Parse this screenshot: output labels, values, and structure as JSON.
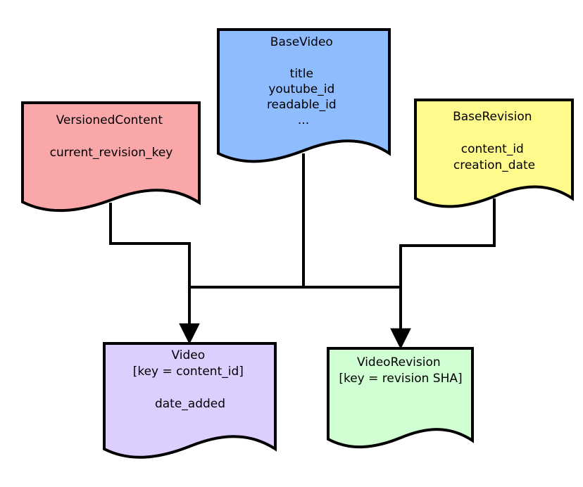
{
  "nodes": {
    "versioned_content": {
      "lines": [
        "VersionedContent",
        "",
        "current_revision_key"
      ],
      "color": "#f9a7a8"
    },
    "base_video": {
      "lines": [
        "BaseVideo",
        "",
        "title",
        "youtube_id",
        "readable_id",
        "..."
      ],
      "color": "#8fbcff"
    },
    "base_revision": {
      "lines": [
        "BaseRevision",
        "",
        "content_id",
        "creation_date"
      ],
      "color": "#fffa8c"
    },
    "video": {
      "lines": [
        "Video",
        "[key = content_id]",
        "",
        "date_added"
      ],
      "color": "#dccfff"
    },
    "video_revision": {
      "lines": [
        "VideoRevision",
        "[key = revision SHA]"
      ],
      "color": "#cfffd3"
    }
  },
  "edges": [
    {
      "from": "versioned_content",
      "to": "video"
    },
    {
      "from": "versioned_content",
      "to": "video_revision"
    },
    {
      "from": "base_video",
      "to": "video"
    },
    {
      "from": "base_video",
      "to": "video_revision"
    },
    {
      "from": "base_revision",
      "to": "video"
    },
    {
      "from": "base_revision",
      "to": "video_revision"
    }
  ]
}
